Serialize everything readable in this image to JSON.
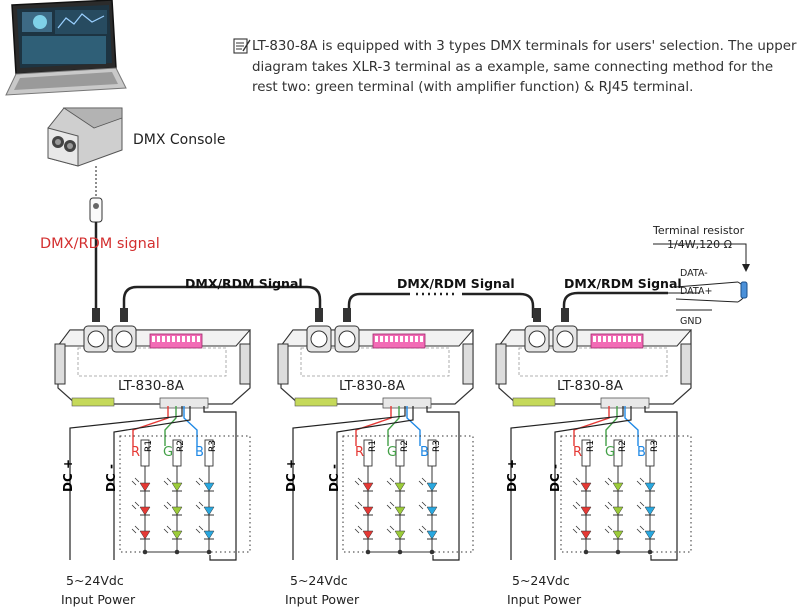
{
  "note": {
    "text": "LT-830-8A is equipped with 3 types DMX terminals for users' selection. The upper diagram takes XLR-3 terminal as a example, same connecting method for the rest two: green terminal (with amplifier function) & RJ45 terminal."
  },
  "console_label": "DMX Console",
  "input_signal_label": "DMX/RDM signal",
  "link_signal_label": "DMX/RDM Signal",
  "terminal_resistor": {
    "title": "Terminal resistor",
    "spec": "1/4W,120 Ω",
    "data_minus": "DATA-",
    "data_plus": "DATA+",
    "gnd": "GND"
  },
  "decoder_model": "LT-830-8A",
  "dc_plus": "DC +",
  "dc_minus": "DC -",
  "channels": {
    "r": "R",
    "g": "G",
    "b": "B",
    "r1": "R1",
    "r2": "R2",
    "r3": "R3"
  },
  "power_voltage": "5~24Vdc",
  "power_label": "Input Power",
  "colors": {
    "red": "#e53935",
    "green": "#43a047",
    "blue": "#1e88e5",
    "signal_red": "#d32f2f",
    "led_green": "#9ccc3a",
    "led_blue": "#29a8e0"
  }
}
